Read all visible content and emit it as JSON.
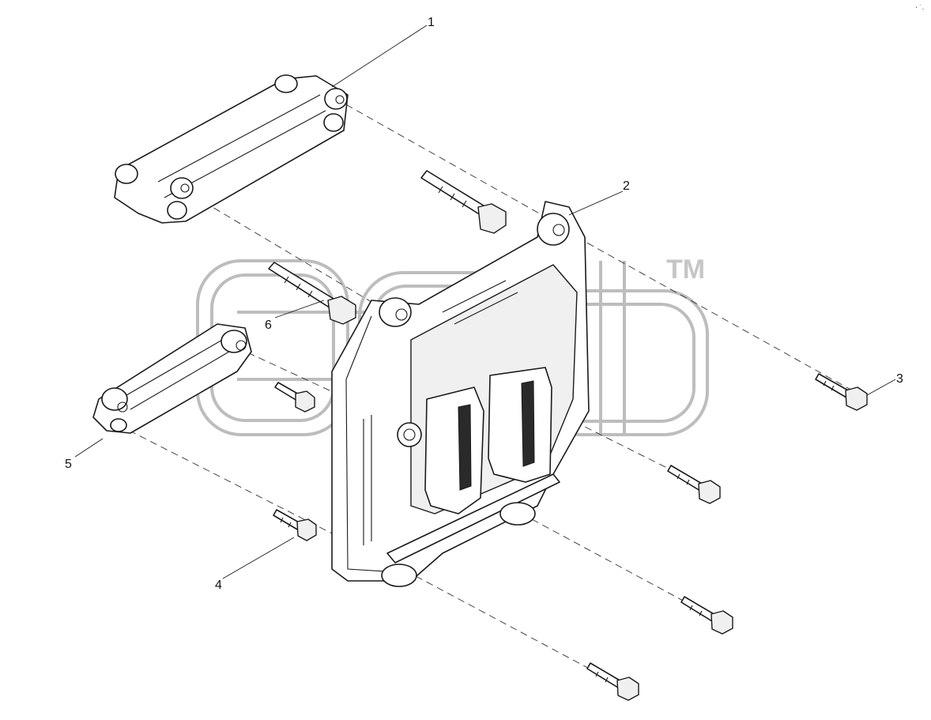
{
  "callouts": [
    {
      "id": "1",
      "label": "1"
    },
    {
      "id": "2",
      "label": "2"
    },
    {
      "id": "3",
      "label": "3"
    },
    {
      "id": "4",
      "label": "4"
    },
    {
      "id": "5",
      "label": "5"
    },
    {
      "id": "6",
      "label": "6"
    }
  ],
  "watermark": {
    "trademark": "TM"
  },
  "corner_mark": "·˙․"
}
